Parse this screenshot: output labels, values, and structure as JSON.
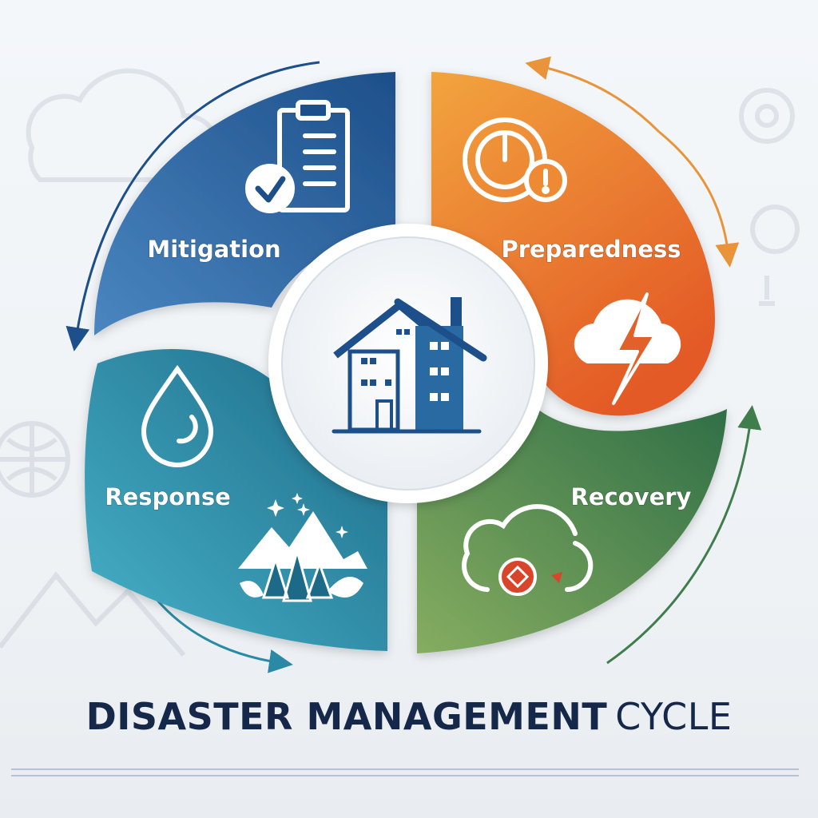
{
  "title": {
    "main": "DISASTER MANAGEMENT",
    "thin": "CYCLE"
  },
  "phases": [
    {
      "id": "mitigation",
      "label": "Mitigation",
      "icon": "clipboard-check-icon",
      "color_start": "#4a86c0",
      "color_end": "#1d4f8a"
    },
    {
      "id": "preparedness",
      "label": "Preparedness",
      "icon": "alarm-clock-icon",
      "secondary_icon": "storm-cloud-lightning-icon",
      "color_start": "#f2a03a",
      "color_end": "#e2602a"
    },
    {
      "id": "response",
      "label": "Response",
      "icon": "water-drop-icon",
      "secondary_icon": "mountain-forest-icon",
      "color_start": "#3aa3bf",
      "color_end": "#1d6a88"
    },
    {
      "id": "recovery",
      "label": "Recovery",
      "icon": "cloud-recycle-icon",
      "color_start": "#7faa5e",
      "color_end": "#2f6e47"
    }
  ],
  "center": {
    "icon": "house-building-icon",
    "accent": "#2a6aa3"
  },
  "arrow_colors": {
    "mitigation": "#1d4f8a",
    "preparedness": "#e9943a",
    "response": "#2a8aa6",
    "recovery": "#3f7d4d"
  }
}
